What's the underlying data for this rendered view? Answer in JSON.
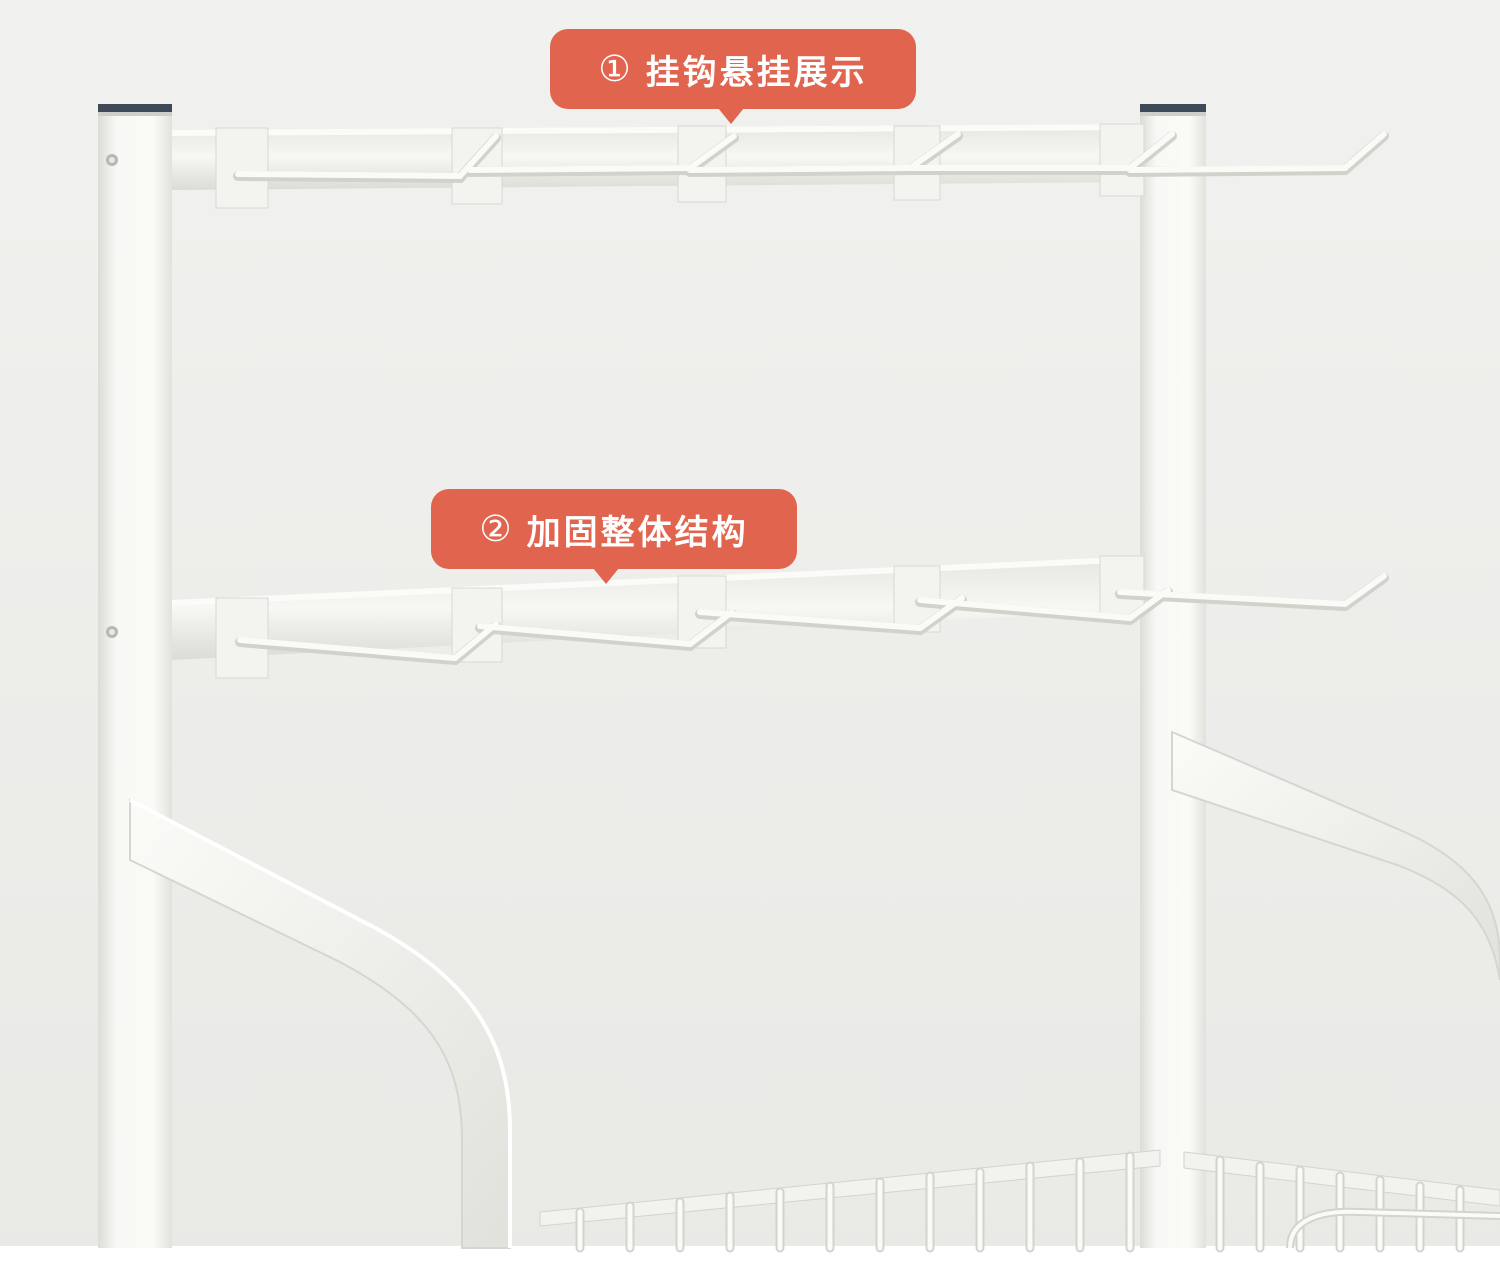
{
  "image": {
    "subject": "white-metal-display-rack-with-hooks",
    "colors": {
      "background": "#efefed",
      "frame": "#f6f6f2",
      "frame_shadow": "#d9d9d4",
      "callout": "#e0644e",
      "callout_text": "#ffffff"
    }
  },
  "callouts": [
    {
      "number": "①",
      "text": "挂钩悬挂展示"
    },
    {
      "number": "②",
      "text": "加固整体结构"
    }
  ]
}
